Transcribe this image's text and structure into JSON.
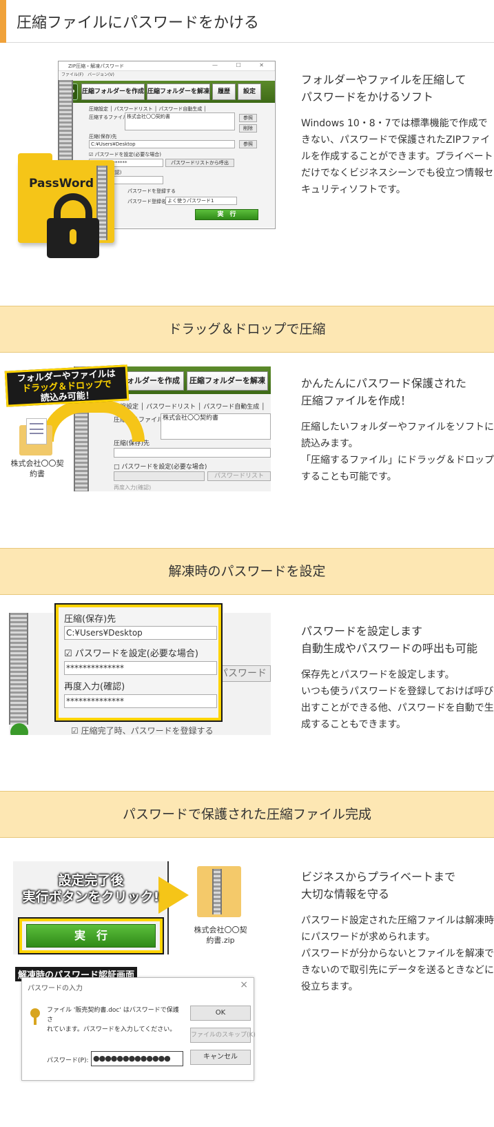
{
  "header": {
    "title": "圧縮ファイルにパスワードをかける"
  },
  "section1": {
    "heading": "フォルダーやファイルを圧縮して\nパスワードをかけるソフト",
    "body": "Windows 10・8・7では標準機能で作成できない、パスワードで保護されたZIPファイルを作成することができます。プライベートだけでなくビジネスシーンでも役立つ情報セキュリティソフトです。",
    "window": {
      "title": "ZIP圧縮・解凍パスワード",
      "menu": "ファイル(F)　バージョン(V)",
      "buttons": [
        "圧縮フォルダーを作成",
        "圧縮フォルダーを解凍",
        "履歴",
        "設定"
      ],
      "tabs": "圧縮設定 │ パスワードリスト │ パスワード自動生成 │",
      "file_label": "圧縮するファイル",
      "file_value": "株式会社〇〇契約書",
      "ref_button": "参照",
      "delete_button": "削除",
      "save_label": "圧縮(保存)先",
      "save_value": "C:¥Users¥Desktop",
      "ref_button2": "参照",
      "pw_checkbox": "☑ パスワードを設定(必要な場合)",
      "pw_value": "***************",
      "pw_list_button": "パスワードリストから呼出",
      "reenter_label": "再度入力(確認)",
      "register_label": "パスワードを登録する",
      "register_name_label": "パスワード登録名",
      "register_name_value": "よく使うパスワード1",
      "run_button": "実　行"
    },
    "folder_label": "PassWord"
  },
  "section2": {
    "banner": "ドラッグ＆ドロップで圧縮",
    "heading": "かんたんにパスワード保護された\n圧縮ファイルを作成！",
    "body": "圧縮したいフォルダーやファイルをソフトに読込みます。\n「圧縮するファイル」にドラッグ＆ドロップすることも可能です。",
    "callout_lines": [
      "フォルダーやファイルは",
      "ドラッグ＆ドロップで",
      "読込み可能！"
    ],
    "file_icon_label": "株式会社〇〇契\n約書",
    "shot": {
      "btn1": "フォルダーを作成",
      "btn2": "圧縮フォルダーを解凍",
      "tabs": "圧縮設定 │ パスワードリスト │ パスワード自動生成 │",
      "file_label": "圧縮するファイル",
      "file_value": "株式会社〇〇契約書",
      "save_label": "圧縮(保存)先",
      "pw_label": "□ パスワードを設定(必要な場合)",
      "pw_list": "パスワードリスト",
      "reenter": "再度入力(確認)"
    }
  },
  "section3": {
    "banner": "解凍時のパスワードを設定",
    "heading": "パスワードを設定します\n自動生成やパスワードの呼出も可能",
    "body": "保存先とパスワードを設定します。\nいつも使うパスワードを登録しておけば呼び出すことができる他、パスワードを自動で生成することもできます。",
    "shot": {
      "save_label": "圧縮(保存)先",
      "save_value": "C:¥Users¥Desktop",
      "pw_checkbox": "☑ パスワードを設定(必要な場合)",
      "pw_value": "**************",
      "reenter": "再度入力(確認)",
      "reenter_value": "**************",
      "side_button": "パスワード",
      "bottom_text": "☑ 圧縮完了時、パスワードを登録する"
    }
  },
  "section4": {
    "banner": "パスワードで保護された圧縮ファイル完成",
    "heading": "ビジネスからプライベートまで\n大切な情報を守る",
    "body": "パスワード設定された圧縮ファイルは解凍時にパスワードが求められます。\nパスワードが分からないとファイルを解凍できないので取引先にデータを送るときなどに役立ちます。",
    "callout_lines": [
      "設定完了後",
      "実行ボタンをクリック!"
    ],
    "run_button": "実　行",
    "zip_label": "株式会社〇〇契\n約書.zip",
    "auth_caption": "解凍時のパスワード認証画面",
    "dialog": {
      "title": "パスワードの入力",
      "close": "×",
      "message": "ファイル '販売契約書.doc' はパスワードで保護さ\nれています。パスワードを入力してください。",
      "ok": "OK",
      "skip": "ファイルのスキップ(K)",
      "pw_label": "パスワード(P):",
      "pw_value": "●●●●●●●●●●●●●",
      "cancel": "キャンセル"
    }
  }
}
